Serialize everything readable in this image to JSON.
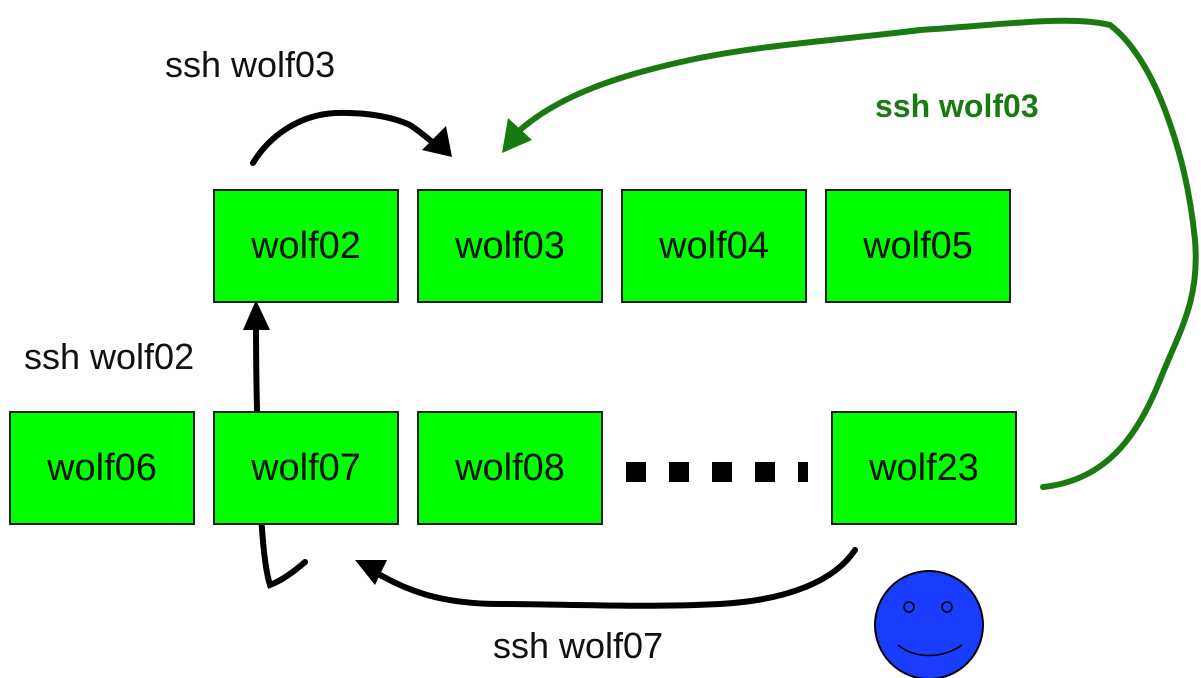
{
  "nodes": {
    "top": [
      "wolf02",
      "wolf03",
      "wolf04",
      "wolf05"
    ],
    "bottom": [
      "wolf06",
      "wolf07",
      "wolf08",
      "wolf23"
    ]
  },
  "labels": {
    "ssh_top": "ssh wolf03",
    "ssh_green": "ssh wolf03",
    "ssh_left": "ssh wolf02",
    "ssh_bottom": "ssh wolf07"
  },
  "colors": {
    "node_fill": "#00ff00",
    "arrow_black": "#000000",
    "arrow_green": "#1a7a12",
    "smiley_fill": "#1a3cff"
  },
  "icons": {
    "user": "smiley-face-icon"
  }
}
